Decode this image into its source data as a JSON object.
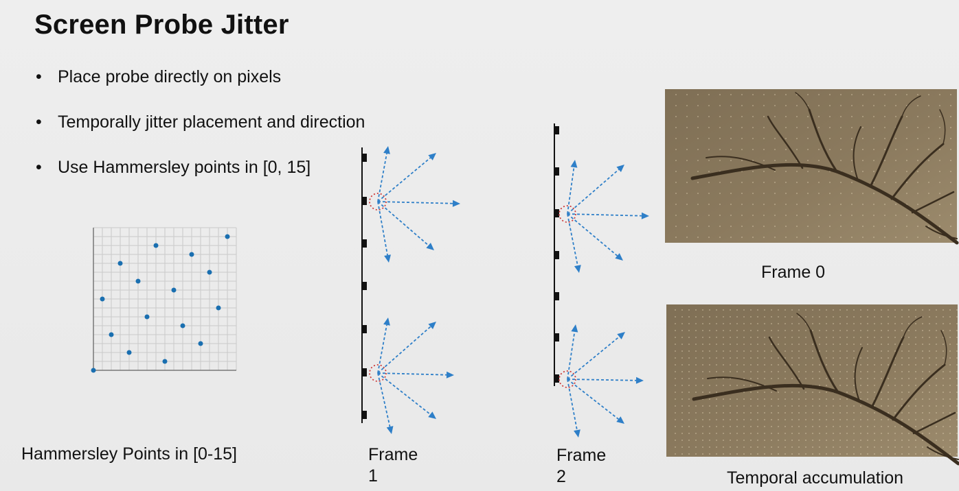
{
  "slide": {
    "title": "Screen Probe Jitter",
    "bullets": [
      "Place probe directly on pixels",
      "Temporally jitter placement and direction",
      "Use Hammersley points in [0, 15]"
    ],
    "bullet_marker": "•"
  },
  "hammersley": {
    "caption": "Hammersley Points in [0-15]",
    "grid_divisions": 16,
    "points": [
      [
        0,
        0
      ],
      [
        1,
        8
      ],
      [
        2,
        4
      ],
      [
        3,
        12
      ],
      [
        4,
        2
      ],
      [
        5,
        10
      ],
      [
        6,
        6
      ],
      [
        7,
        14
      ],
      [
        8,
        1
      ],
      [
        9,
        9
      ],
      [
        10,
        5
      ],
      [
        11,
        13
      ],
      [
        12,
        3
      ],
      [
        13,
        11
      ],
      [
        14,
        7
      ],
      [
        15,
        15
      ]
    ],
    "point_color": "#1a6fb0"
  },
  "frames": {
    "frame1_label": "Frame",
    "frame1_number": "1",
    "frame2_label": "Frame",
    "frame2_number": "2",
    "arrow_color": "#2e7fc8",
    "probe_color": "#cc3b3b"
  },
  "images": {
    "frame0_caption": "Frame 0",
    "accumulation_caption": "Temporal accumulation",
    "wall_color": "#8b7a5e"
  }
}
